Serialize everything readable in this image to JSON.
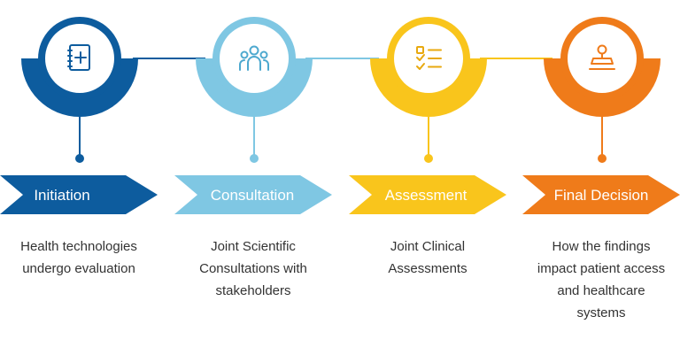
{
  "steps": [
    {
      "label": "Initiation",
      "icon": "medical-notebook-icon",
      "color": "#0D5C9E",
      "description": [
        "Health technologies",
        "undergo evaluation"
      ]
    },
    {
      "label": "Consultation",
      "icon": "people-group-icon",
      "color": "#7FC7E3",
      "description": [
        "Joint Scientific",
        "Consultations with",
        "stakeholders"
      ]
    },
    {
      "label": "Assessment",
      "icon": "checklist-icon",
      "color": "#F9C51C",
      "description": [
        "Joint Clinical",
        "Assessments"
      ]
    },
    {
      "label": "Final Decision",
      "icon": "stamp-icon",
      "color": "#EF7B1A",
      "description": [
        "How the findings",
        "impact patient access",
        "and healthcare",
        "systems"
      ]
    }
  ]
}
